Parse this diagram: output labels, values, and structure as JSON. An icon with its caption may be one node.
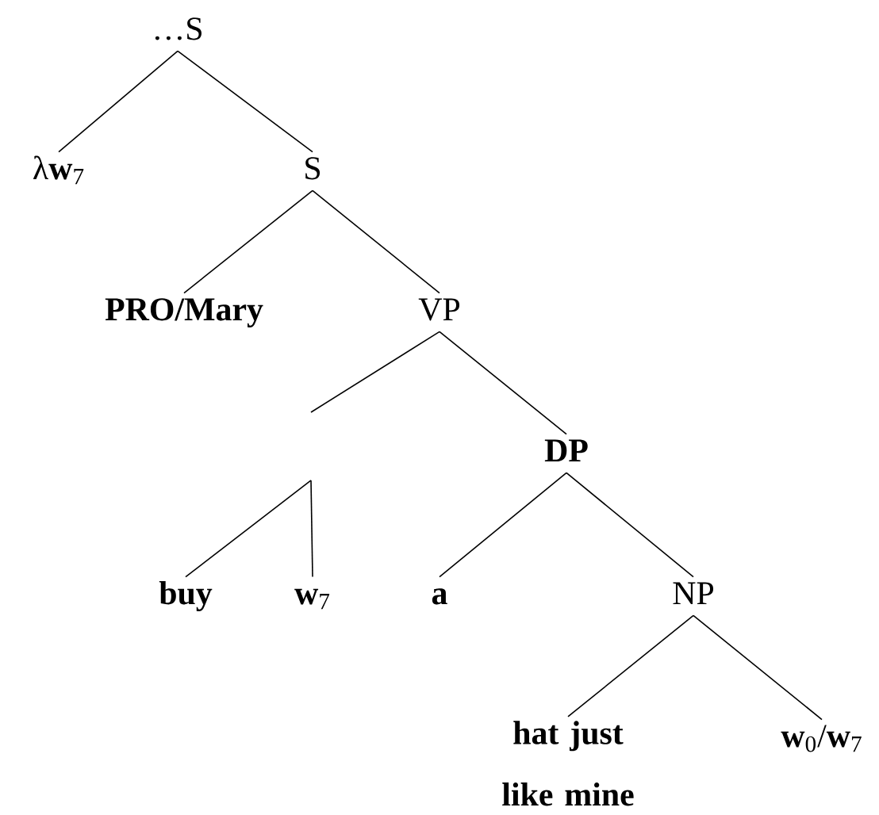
{
  "diagram": {
    "nodes": [
      {
        "text": [
          "…S"
        ]
      },
      {
        "text": [
          "λ**w**$_{7}$"
        ]
      },
      {
        "text": [
          "S"
        ]
      },
      {
        "text": [
          "PRO/Mary"
        ]
      },
      {
        "text": [
          "VP"
        ]
      },
      {
        "text": [
          "DP"
        ]
      },
      {
        "text": [
          "buy"
        ]
      },
      {
        "text": [
          "**w**$_{7}$"
        ]
      },
      {
        "text": [
          "a"
        ]
      },
      {
        "text": [
          "NP"
        ]
      },
      {
        "text": [
          "hat just like mine"
        ]
      },
      {
        "text": [
          "**w**$_{0}$/**w**$_{7}$"
        ]
      }
    ],
    "edges": [
      {
        "from": 0,
        "to": 1,
        "arrow": "none"
      },
      {
        "from": 0,
        "to": 2,
        "arrow": "none"
      },
      {
        "from": 2,
        "to": 3,
        "arrow": "none"
      },
      {
        "from": 2,
        "to": 4,
        "arrow": "none"
      },
      {
        "from": 4,
        "to": null,
        "arrow": "none"
      },
      {
        "from": 4,
        "to": 5,
        "arrow": "none"
      },
      {
        "from": null,
        "to": 6,
        "arrow": "none"
      },
      {
        "from": null,
        "to": 7,
        "arrow": "none"
      },
      {
        "from": 5,
        "to": 8,
        "arrow": "none"
      },
      {
        "from": 5,
        "to": 9,
        "arrow": "none"
      },
      {
        "from": 9,
        "to": 10,
        "arrow": "none"
      },
      {
        "from": 9,
        "to": 11,
        "arrow": "none"
      }
    ]
  }
}
